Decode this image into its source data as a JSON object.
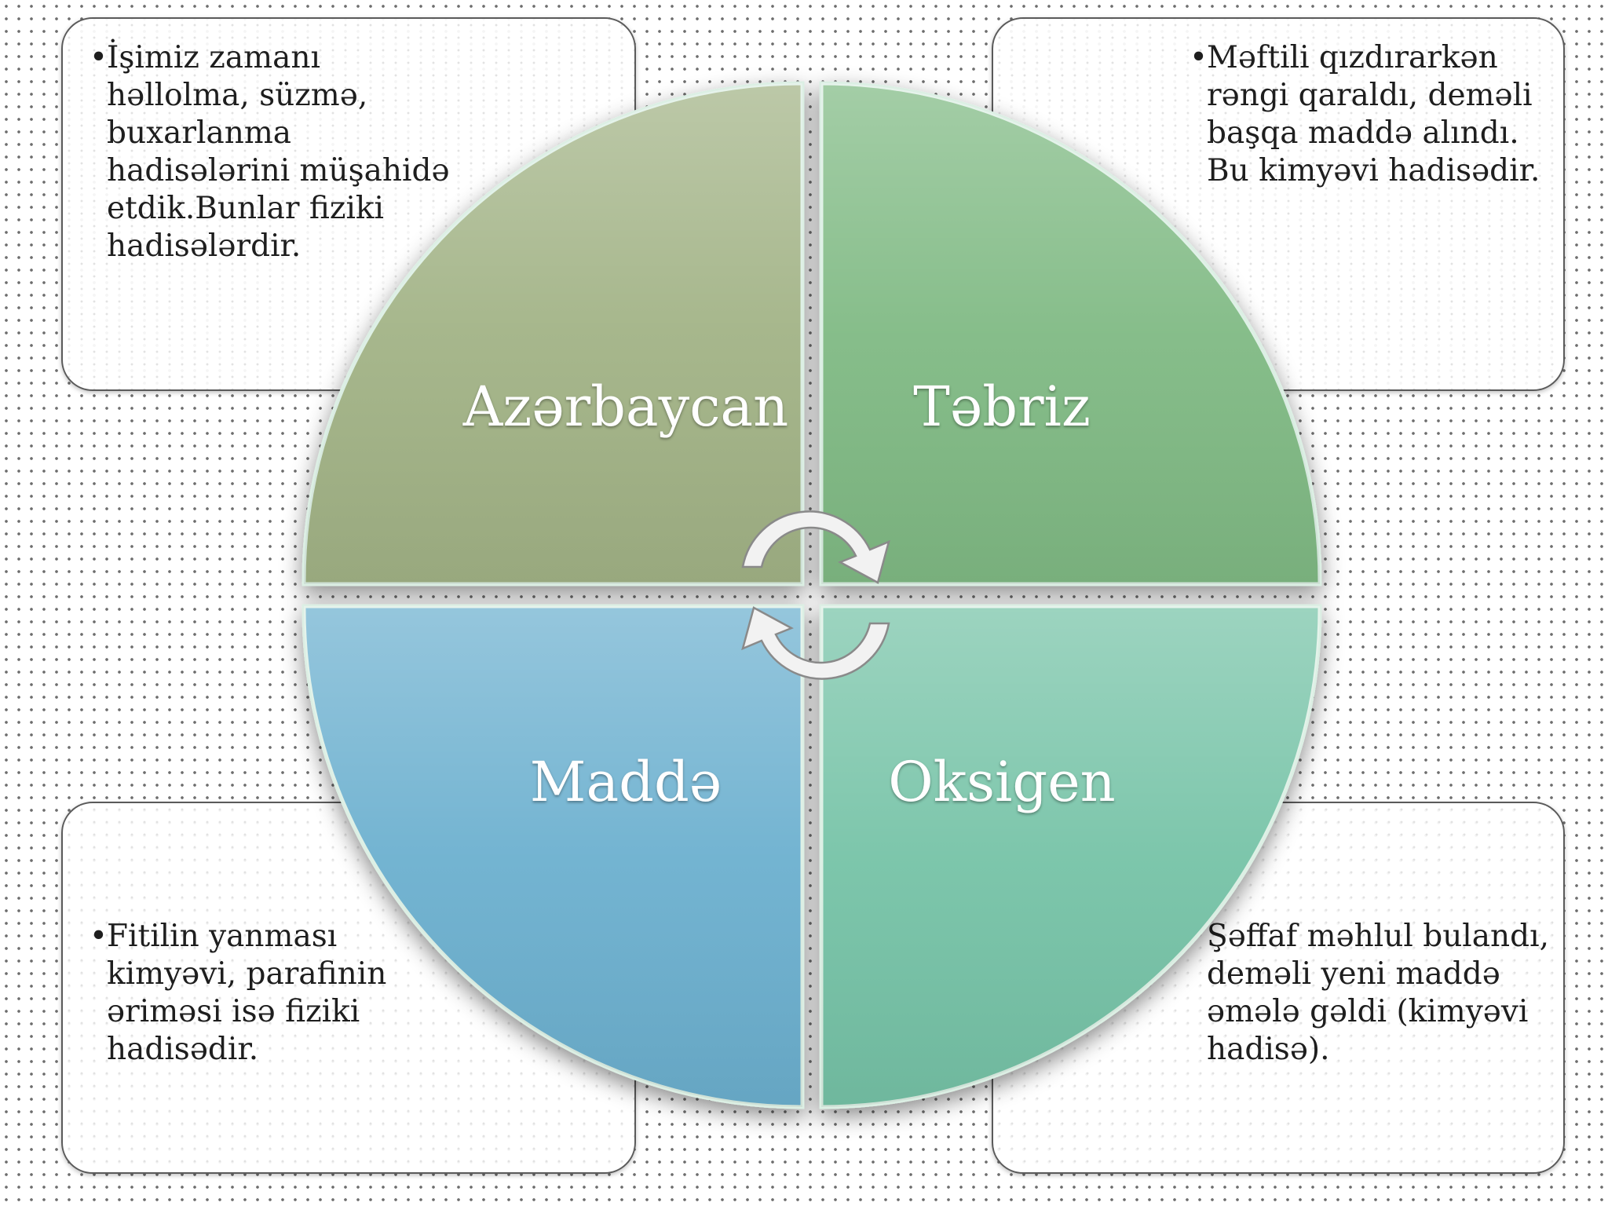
{
  "boxes": {
    "top_left": {
      "lines": [
        "İşimiz zamanı",
        "həllolma, süzmə,",
        "buxarlanma",
        "hadisələrini müşahidə",
        "etdik.Bunlar fiziki",
        "hadisələrdir."
      ]
    },
    "top_right": {
      "lines": [
        "Məftili qızdırarkən",
        "rəngi qaraldı, deməli",
        "başqa maddə alındı.",
        "Bu kimyəvi hadisədir."
      ]
    },
    "bottom_left": {
      "lines": [
        "Fitilin yanması",
        "kimyəvi, parafinin",
        "əriməsi isə fiziki",
        "hadisədir."
      ]
    },
    "bottom_right": {
      "lines": [
        "Şəffaf məhlul bulandı,",
        "deməli yeni maddə",
        "əmələ gəldi (kimyəvi",
        "hadisə)."
      ]
    }
  },
  "quadrants": {
    "top_left": {
      "label": "Azərbaycan",
      "color": "#a2b386"
    },
    "top_right": {
      "label": "Təbriz",
      "color": "#80ba84"
    },
    "bottom_left": {
      "label": "Maddə",
      "color": "#6cb0cf"
    },
    "bottom_right": {
      "label": "Oksigen",
      "color": "#76c3a7"
    }
  },
  "colors": {
    "quadrant_border": "#dcefe4",
    "title_ghost": "#1f3e8c",
    "arrow_fill": "#f2f2f2"
  },
  "icons": [
    "cycle-arrow-icon",
    "cycle-arrow-icon"
  ]
}
